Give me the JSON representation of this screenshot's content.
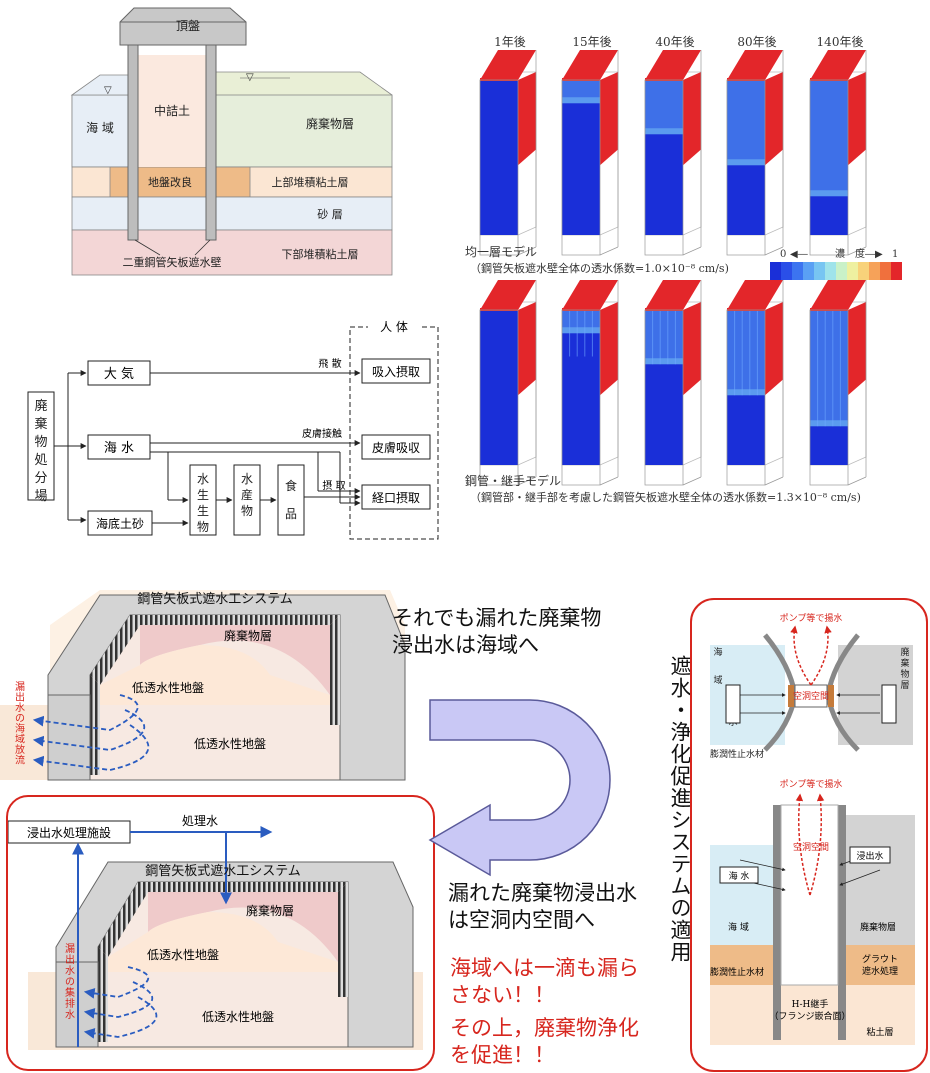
{
  "cross_section": {
    "top_slab": "頂盤",
    "fill": "中詰土",
    "sea": "海 域",
    "waste": "廃棄物層",
    "ground_improve": "地盤改良",
    "upper_clay": "上部堆積粘土層",
    "sand": "砂 層",
    "lower_clay": "下部堆積粘土層",
    "wall": "二重鋼管矢板遮水壁"
  },
  "simulation": {
    "years": [
      "1年後",
      "15年後",
      "40年後",
      "80年後",
      "140年後"
    ],
    "model1_title": "均一層モデル",
    "model1_caption": "（鋼管矢板遮水壁全体の透水係数=1.0×10⁻⁸ cm/s)",
    "legend_low": "0",
    "legend_label": "濃　度",
    "legend_high": "1",
    "model2_title": "鋼管・継手モデル",
    "model2_caption": "（鋼管部・継手部を考慮した鋼管矢板遮水壁全体の透水係数=1.3×10⁻⁸ cm/s)"
  },
  "flow": {
    "source": "廃棄物処分場",
    "air": "大 気",
    "sea_water": "海 水",
    "sediment": "海底土砂",
    "organism": "水生生物",
    "product": "水産物",
    "food": "食品",
    "human": "人 体",
    "inhale": "吸入摂取",
    "skin": "皮膚吸収",
    "oral": "経口摂取",
    "scatter": "飛 散",
    "contact": "皮膚接触",
    "ingest": "摂 取"
  },
  "system_top": {
    "title": "鋼管矢板式遮水工システム",
    "waste": "廃棄物層",
    "low_perm1": "低透水性地盤",
    "low_perm2": "低透水性地盤",
    "leak_label": "漏出水の海域放流"
  },
  "system_bottom": {
    "facility": "浸出水処理施設",
    "treated": "処理水",
    "title": "鋼管矢板式遮水工システム",
    "waste": "廃棄物層",
    "low_perm1": "低透水性地盤",
    "low_perm2": "低透水性地盤",
    "collect_label": "漏出水の集排水"
  },
  "messages": {
    "leak_line1": "それでも漏れた廃棄物",
    "leak_line2": "浸出水は海域へ",
    "cavity_line1": "漏れた廃棄物浸出水",
    "cavity_line2": "は空洞内空間へ",
    "red1_line1": "海域へは一滴も漏ら",
    "red1_line2": "さない！！",
    "red2_line1": "その上，廃棄物浄化",
    "red2_line2": "を促進！！",
    "vertical": "遮水・浄化促進システムの適用"
  },
  "detail": {
    "pump1": "ポンプ等で揚水",
    "sea": "海 域",
    "sea_water": "海 水",
    "cavity": "空洞空間",
    "waste": "廃棄物層",
    "leachate": "浸出水",
    "expand": "膨潤性止水材",
    "pump2": "ポンプ等で揚水",
    "cavity2": "空洞空間",
    "leachate2": "浸出水",
    "sea_water2": "海 水",
    "sea2": "海 域",
    "waste2": "廃棄物層",
    "grout1": "グラウト",
    "grout2": "遮水処理",
    "expand2": "膨潤性止水材",
    "joint1": "H-H継手",
    "joint2": "（フランジ嵌合面）",
    "clay": "粘土層"
  },
  "colors": {
    "red": "#d7261e",
    "blue": "#2a5cc0",
    "pink": "#f2d6d6",
    "beige": "#faeee0",
    "arrow_fill": "#c9c8f5"
  }
}
